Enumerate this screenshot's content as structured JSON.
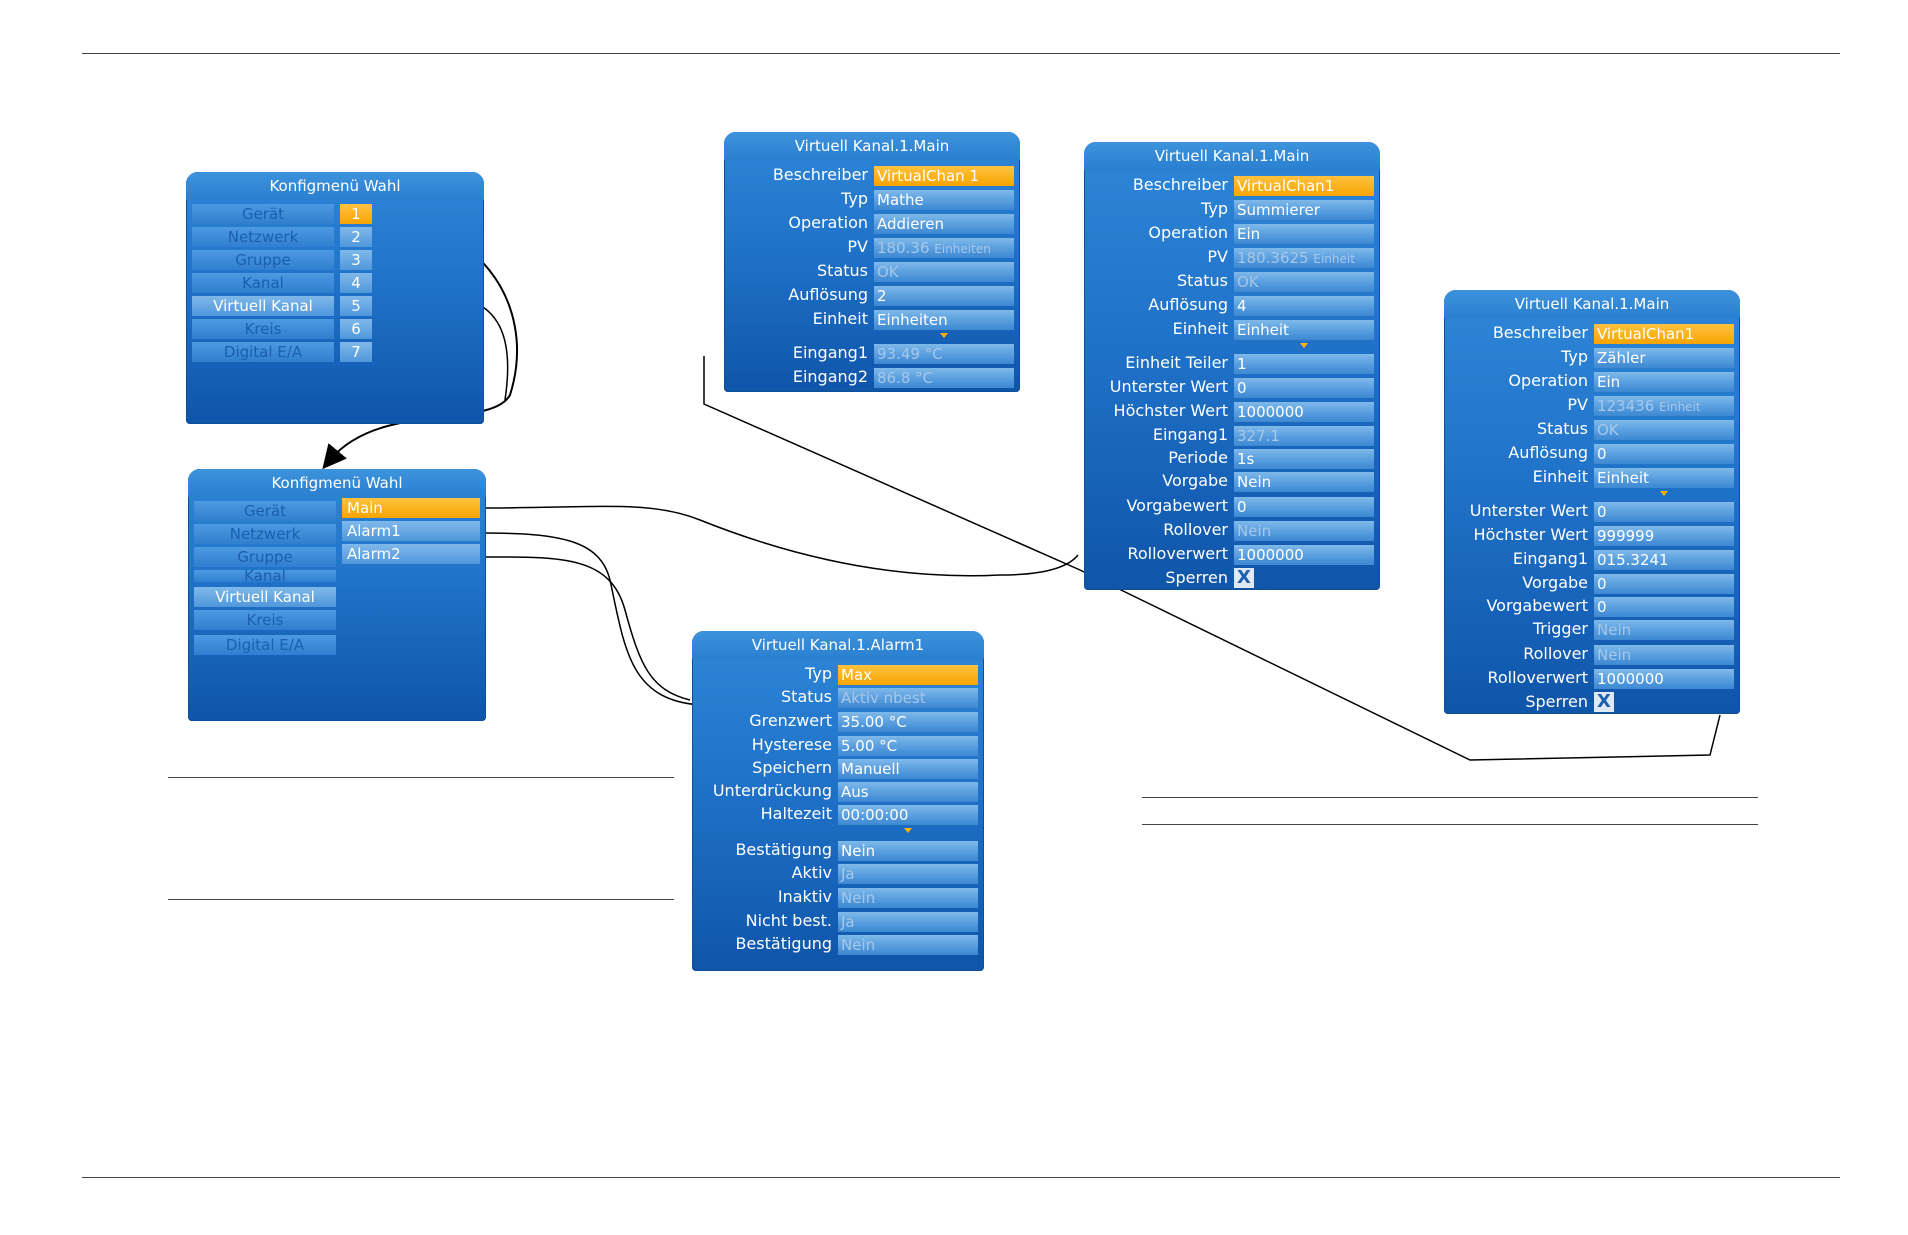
{
  "menu_main": {
    "title": "Konfigmenü Wahl",
    "items": [
      "Gerät",
      "Netzwerk",
      "Gruppe",
      "Kanal",
      "Virtuell Kanal",
      "Kreis",
      "Digital E/A"
    ],
    "numbers": [
      "1",
      "2",
      "3",
      "4",
      "5",
      "6",
      "7"
    ]
  },
  "menu_sub": {
    "title": "Konfigmenü Wahl",
    "items": [
      "Gerät",
      "Netzwerk",
      "Gruppe",
      "Kanal",
      "Virtuell Kanal",
      "Kreis",
      "Digital E/A"
    ],
    "subitems": [
      "Main",
      "Alarm1",
      "Alarm2"
    ]
  },
  "panel_math": {
    "title": "Virtuell Kanal.1.Main",
    "rows": [
      {
        "label": "Beschreiber",
        "value": "VirtualChan 1"
      },
      {
        "label": "Typ",
        "value": "Mathe"
      },
      {
        "label": "Operation",
        "value": "Addieren"
      },
      {
        "label": "PV",
        "value": "180.36",
        "unit": "Einheiten"
      },
      {
        "label": "Status",
        "value": "OK"
      },
      {
        "label": "Auflösung",
        "value": "2"
      },
      {
        "label": "Einheit",
        "value": "Einheiten"
      },
      {
        "label": "Eingang1",
        "value": "93.49 °C"
      },
      {
        "label": "Eingang2",
        "value": "86.8 °C"
      }
    ]
  },
  "panel_totaliser": {
    "title": "Virtuell Kanal.1.Main",
    "rows": [
      {
        "label": "Beschreiber",
        "value": "VirtualChan1"
      },
      {
        "label": "Typ",
        "value": "Summierer"
      },
      {
        "label": "Operation",
        "value": "Ein"
      },
      {
        "label": "PV",
        "value": "180.3625",
        "unit": "Einheit"
      },
      {
        "label": "Status",
        "value": "OK"
      },
      {
        "label": "Auflösung",
        "value": "4"
      },
      {
        "label": "Einheit",
        "value": "Einheit"
      },
      {
        "label": "Einheit Teiler",
        "value": "1"
      },
      {
        "label": "Unterster Wert",
        "value": "0"
      },
      {
        "label": "Höchster Wert",
        "value": "1000000"
      },
      {
        "label": "Eingang1",
        "value": "327.1"
      },
      {
        "label": "Periode",
        "value": "1s"
      },
      {
        "label": "Vorgabe",
        "value": "Nein"
      },
      {
        "label": "Vorgabewert",
        "value": "0"
      },
      {
        "label": "Rollover",
        "value": "Nein"
      },
      {
        "label": "Rolloverwert",
        "value": "1000000"
      },
      {
        "label": "Sperren",
        "value": "X"
      }
    ]
  },
  "panel_counter": {
    "title": "Virtuell Kanal.1.Main",
    "rows": [
      {
        "label": "Beschreiber",
        "value": "VirtualChan1"
      },
      {
        "label": "Typ",
        "value": "Zähler"
      },
      {
        "label": "Operation",
        "value": "Ein"
      },
      {
        "label": "PV",
        "value": "123436",
        "unit": "Einheit"
      },
      {
        "label": "Status",
        "value": "OK"
      },
      {
        "label": "Auflösung",
        "value": "0"
      },
      {
        "label": "Einheit",
        "value": "Einheit"
      },
      {
        "label": "Unterster Wert",
        "value": "0"
      },
      {
        "label": "Höchster Wert",
        "value": "999999"
      },
      {
        "label": "Eingang1",
        "value": "015.3241"
      },
      {
        "label": "Vorgabe",
        "value": "0"
      },
      {
        "label": "Vorgabewert",
        "value": "0"
      },
      {
        "label": "Trigger",
        "value": "Nein"
      },
      {
        "label": "Rollover",
        "value": "Nein"
      },
      {
        "label": "Rolloverwert",
        "value": "1000000"
      },
      {
        "label": "Sperren",
        "value": "X"
      }
    ]
  },
  "panel_alarm": {
    "title": "Virtuell Kanal.1.Alarm1",
    "rows": [
      {
        "label": "Typ",
        "value": "Max"
      },
      {
        "label": "Status",
        "value": "Aktiv nbest"
      },
      {
        "label": "Grenzwert",
        "value": "35.00 °C"
      },
      {
        "label": "Hysterese",
        "value": "5.00 °C"
      },
      {
        "label": "Speichern",
        "value": "Manuell"
      },
      {
        "label": "Unterdrückung",
        "value": "Aus"
      },
      {
        "label": "Haltezeit",
        "value": "00:00:00"
      },
      {
        "label": "Bestätigung",
        "value": "Nein"
      },
      {
        "label": "Aktiv",
        "value": "Ja"
      },
      {
        "label": "Inaktiv",
        "value": "Nein"
      },
      {
        "label": "Nicht best.",
        "value": "Ja"
      },
      {
        "label": "Bestätigung",
        "value": "Nein"
      }
    ]
  },
  "colors": {
    "panel": "#1f72c8",
    "field": "#5a9fe0",
    "selected": "#f6a400",
    "rule": "#444444"
  }
}
